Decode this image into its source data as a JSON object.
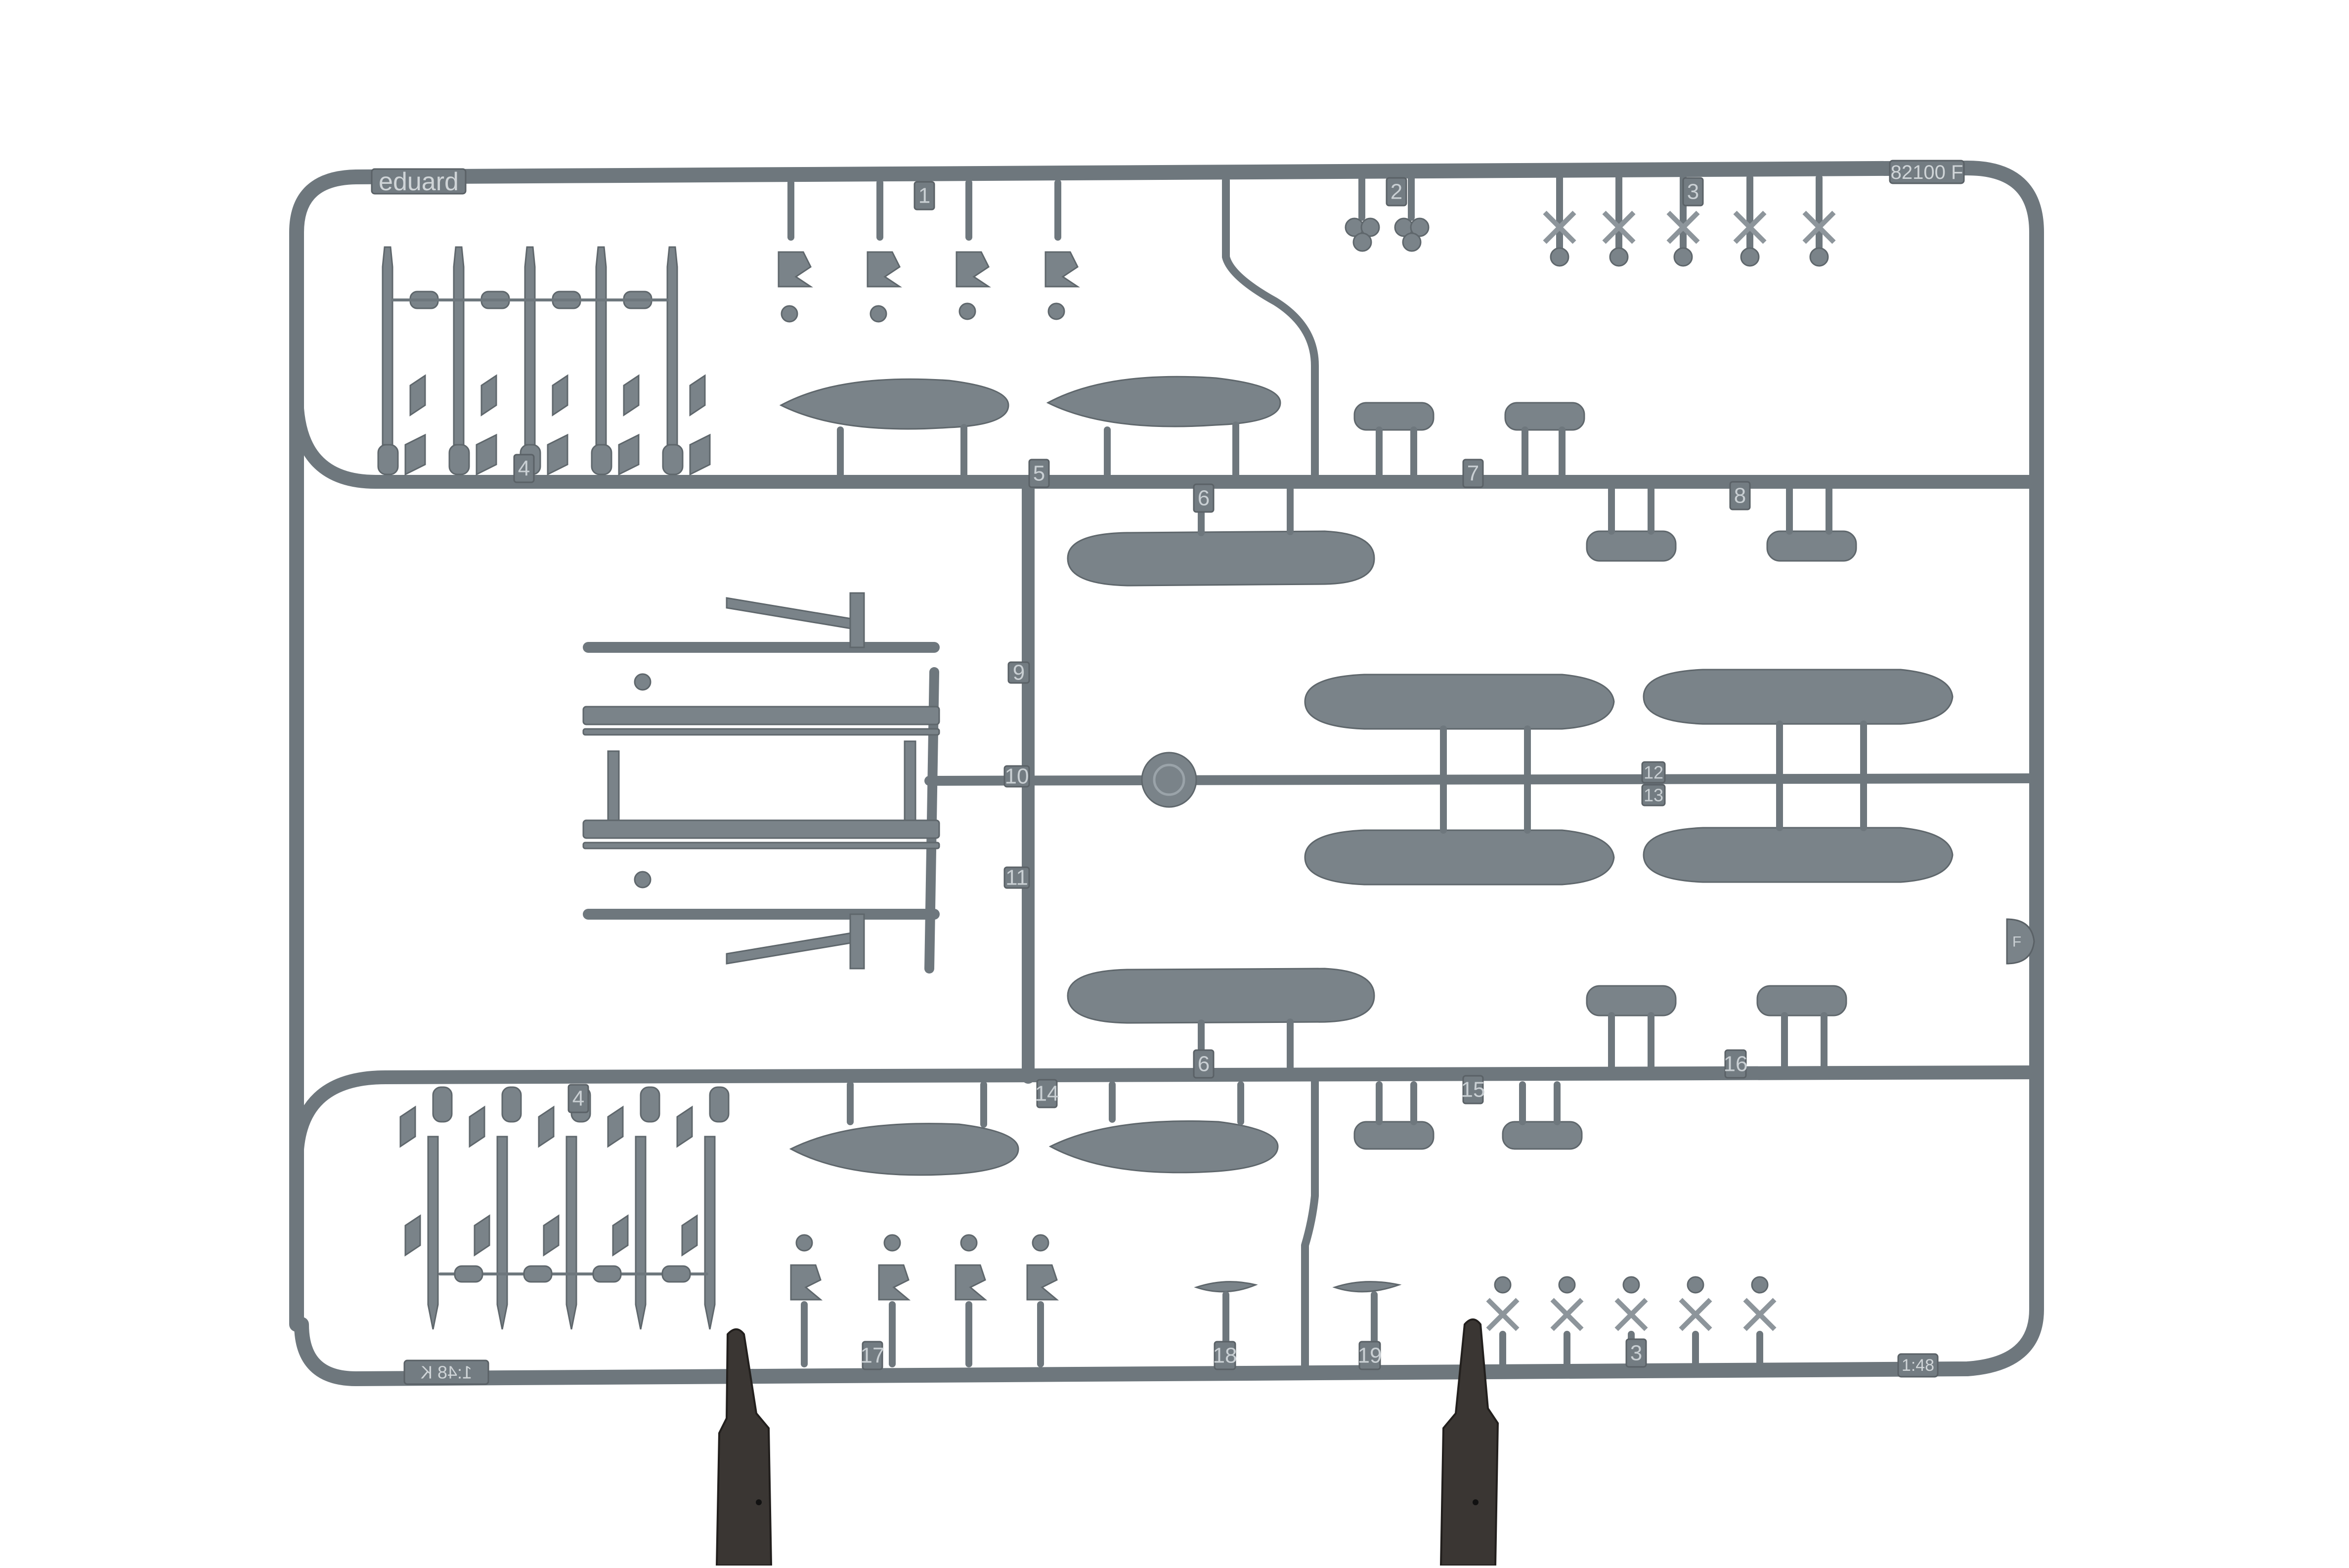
{
  "photo": {
    "subject": "Plastic model kit sprue",
    "background_color": "#ffffff",
    "plastic_color": "#7a8389",
    "runner_color": "#6e777d",
    "clip_color": "#3a3633"
  },
  "sprue_tags": {
    "brand": "eduard",
    "kit_code": "82100 F",
    "scale": "1:48",
    "scale_mirrored": "1:48 K",
    "sprue_letter": "F"
  },
  "part_numbers": [
    {
      "id": "1",
      "label": "1"
    },
    {
      "id": "2",
      "label": "2"
    },
    {
      "id": "3a",
      "label": "3"
    },
    {
      "id": "4a",
      "label": "4"
    },
    {
      "id": "5",
      "label": "5"
    },
    {
      "id": "6a",
      "label": "6"
    },
    {
      "id": "7",
      "label": "7"
    },
    {
      "id": "8",
      "label": "8"
    },
    {
      "id": "9",
      "label": "9"
    },
    {
      "id": "10",
      "label": "10"
    },
    {
      "id": "11",
      "label": "11"
    },
    {
      "id": "12",
      "label": "12"
    },
    {
      "id": "13",
      "label": "13"
    },
    {
      "id": "6b",
      "label": "6"
    },
    {
      "id": "14",
      "label": "14"
    },
    {
      "id": "15",
      "label": "15"
    },
    {
      "id": "16",
      "label": "16"
    },
    {
      "id": "4b",
      "label": "4"
    },
    {
      "id": "17",
      "label": "17"
    },
    {
      "id": "18",
      "label": "18"
    },
    {
      "id": "19",
      "label": "19"
    },
    {
      "id": "3b",
      "label": "3"
    }
  ],
  "parts_groups": [
    {
      "name": "rockets-top",
      "count": 5
    },
    {
      "name": "rockets-bottom",
      "count": 5
    },
    {
      "name": "bomb-racks-top",
      "count": 4
    },
    {
      "name": "bomb-racks-bottom",
      "count": 4
    },
    {
      "name": "fin-assemblies-top",
      "count": 5
    },
    {
      "name": "fin-assemblies-bottom",
      "count": 5
    },
    {
      "name": "drop-tanks-large",
      "count": 4
    },
    {
      "name": "teardrop-tanks",
      "count": 4
    },
    {
      "name": "small-bombs",
      "count": 8
    },
    {
      "name": "long-tanks",
      "count": 2
    },
    {
      "name": "rail-assemblies",
      "count": 4
    }
  ]
}
